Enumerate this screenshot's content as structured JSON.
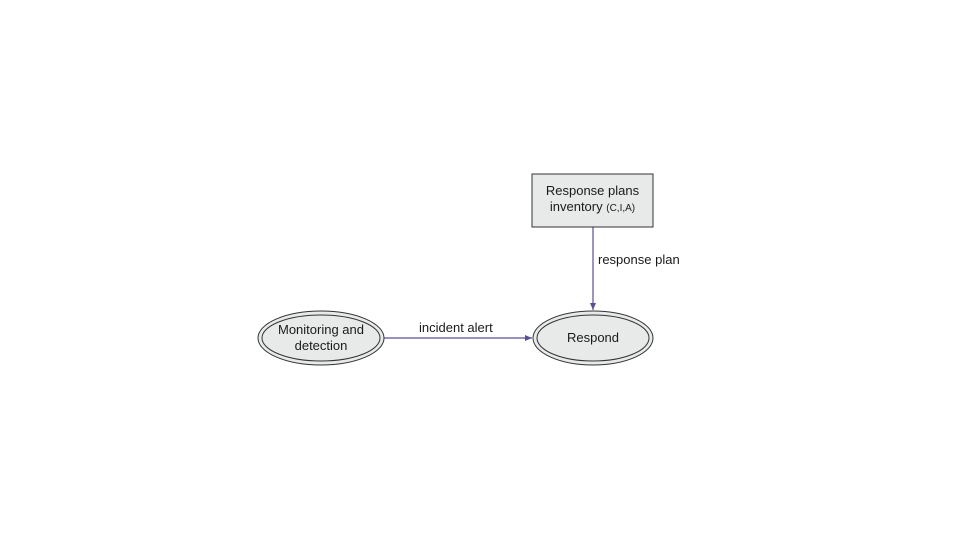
{
  "diagram": {
    "nodes": [
      {
        "id": "monitoring",
        "shape": "double-ellipse",
        "label": "Monitoring and detection"
      },
      {
        "id": "respond",
        "shape": "double-ellipse",
        "label": "Respond"
      },
      {
        "id": "inventory",
        "shape": "rectangle",
        "label": "Response plans inventory",
        "label_suffix": "(C,I,A)"
      }
    ],
    "edges": [
      {
        "from": "monitoring",
        "to": "respond",
        "label": "incident alert"
      },
      {
        "from": "inventory",
        "to": "respond",
        "label": "response plan"
      }
    ],
    "colors": {
      "node_fill": "#e8eaea",
      "node_stroke": "#333333",
      "edge": "#5a4e96"
    }
  }
}
